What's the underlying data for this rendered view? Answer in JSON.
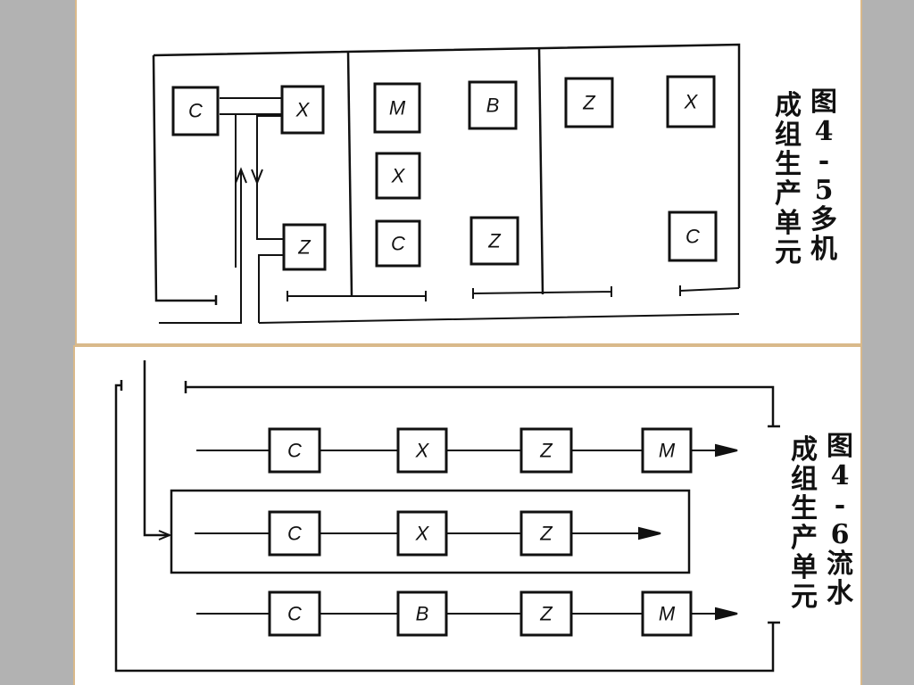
{
  "figure_top": {
    "caption_col1": [
      "图",
      "4",
      "-",
      "5",
      "多",
      "机"
    ],
    "caption_col2": [
      "成",
      "组",
      "生",
      "产",
      "单",
      "元"
    ],
    "machines": [
      {
        "id": "t1",
        "label": "C"
      },
      {
        "id": "t2",
        "label": "X"
      },
      {
        "id": "t3",
        "label": "Z"
      },
      {
        "id": "t4",
        "label": "M"
      },
      {
        "id": "t5",
        "label": "X"
      },
      {
        "id": "t6",
        "label": "C"
      },
      {
        "id": "t7",
        "label": "B"
      },
      {
        "id": "t8",
        "label": "Z"
      },
      {
        "id": "t9",
        "label": "Z"
      },
      {
        "id": "t10",
        "label": "X"
      },
      {
        "id": "t11",
        "label": "C"
      }
    ]
  },
  "figure_bottom": {
    "caption_col1": [
      "图",
      "4",
      "-",
      "6",
      "流",
      "水"
    ],
    "caption_col2": [
      "成",
      "组",
      "生",
      "产",
      "单",
      "元"
    ],
    "rows": [
      {
        "machines": [
          "C",
          "X",
          "Z",
          "M"
        ]
      },
      {
        "machines": [
          "C",
          "X",
          "Z"
        ]
      },
      {
        "machines": [
          "C",
          "B",
          "Z",
          "M"
        ]
      }
    ]
  }
}
